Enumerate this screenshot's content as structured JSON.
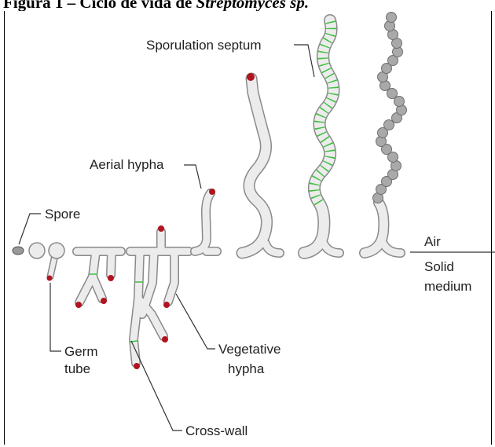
{
  "figure": {
    "title_prefix": "Figura 1 – Ciclo de vida de ",
    "title_italic": "Streptomyces sp."
  },
  "labels": {
    "spore": "Spore",
    "germ_tube_line1": "Germ",
    "germ_tube_line2": "tube",
    "aerial_hypha": "Aerial hypha",
    "sporulation_septum": "Sporulation septum",
    "vegetative_hypha_line1": "Vegetative",
    "vegetative_hypha_line2": "hypha",
    "cross_wall": "Cross-wall",
    "air": "Air",
    "solid_medium_line1": "Solid",
    "solid_medium_line2": "medium"
  },
  "colors": {
    "hypha_fill": "#ececec",
    "hypha_outline": "#8a8a8a",
    "growing_tip": "#b0141e",
    "septum_green": "#3fbf3f",
    "spore_chain": "#a9a9a9",
    "leader_line": "#333333"
  }
}
